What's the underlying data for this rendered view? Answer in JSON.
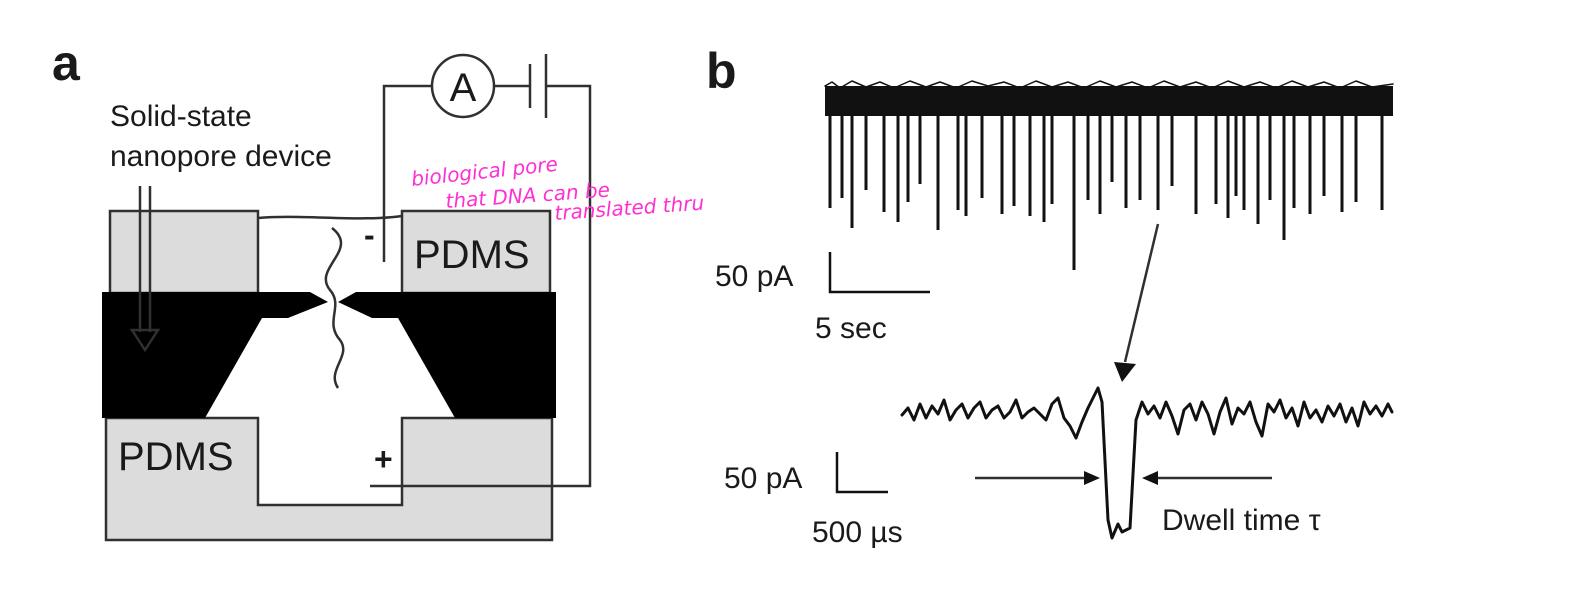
{
  "panel_a": {
    "label": "a",
    "device_label_line1": "Solid-state",
    "device_label_line2": "nanopore device",
    "pdms_top": "PDMS",
    "pdms_bottom": "PDMS",
    "ammeter_symbol": "A",
    "minus_sign": "-",
    "plus_sign": "+",
    "annotation_line1": "biological pore",
    "annotation_line2": "that DNA can be",
    "annotation_line3": "translated thru"
  },
  "panel_b": {
    "label": "b",
    "top_scale_current": "50 pA",
    "top_scale_time": "5 sec",
    "bottom_scale_current": "50 pA",
    "bottom_scale_time": "500 µs",
    "dwell_label": "Dwell time τ"
  },
  "colors": {
    "ink": "#1a1a1a",
    "pdms_fill": "#dcdcdc",
    "membrane": "#000000",
    "annotation": "#ff2fd3"
  }
}
